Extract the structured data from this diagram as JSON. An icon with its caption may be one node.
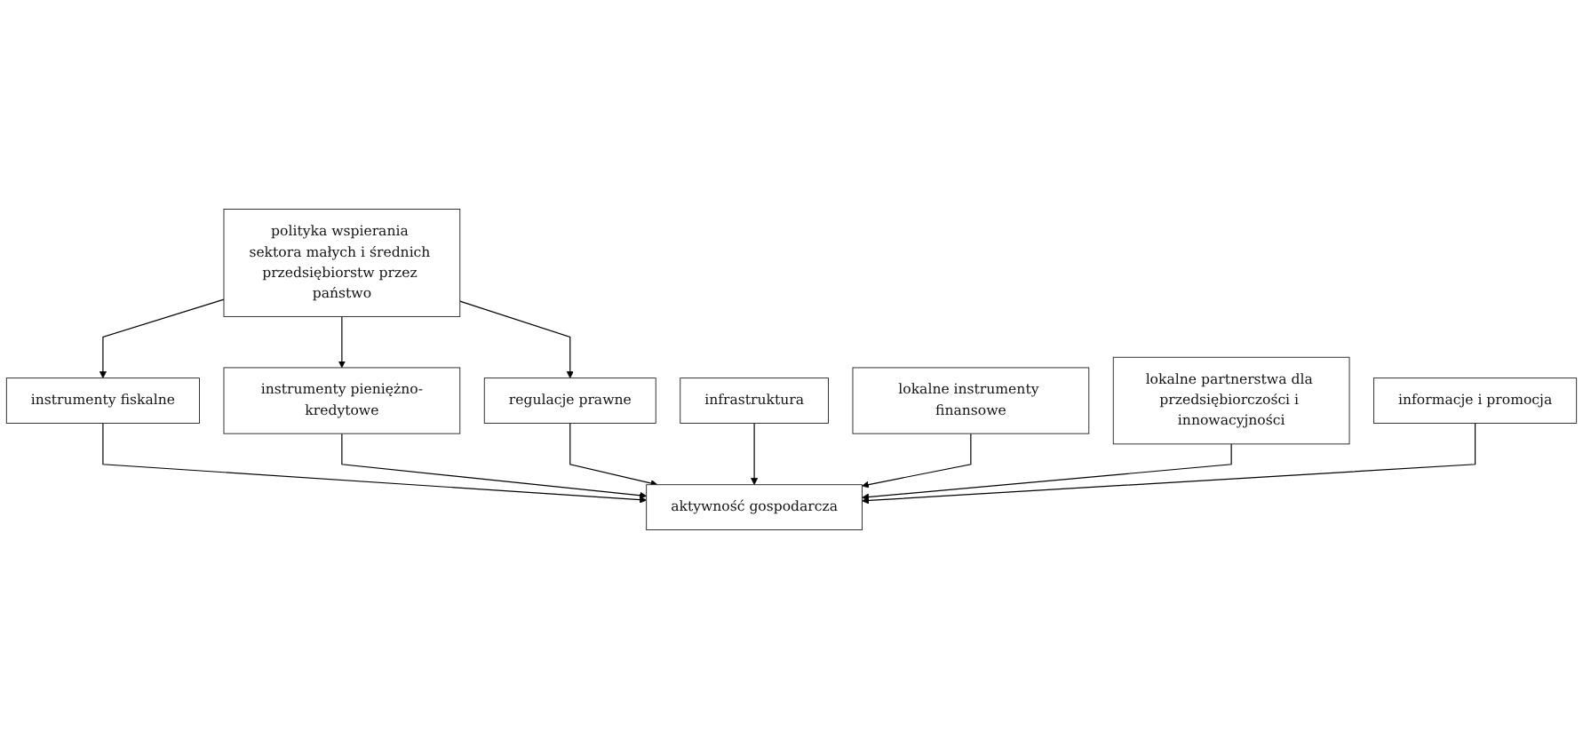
{
  "diagram": {
    "nodes": [
      {
        "text": [
          "polityka wspierania sektora małych i średnich przedsiębiorstw przez państwo"
        ]
      },
      {
        "text": [
          "instrumenty fiskalne"
        ]
      },
      {
        "text": [
          "instrumenty pieniężno-kredytowe"
        ]
      },
      {
        "text": [
          "regulacje prawne"
        ]
      },
      {
        "text": [
          "aktywność gospodarcza"
        ]
      },
      {
        "text": [
          "infrastruktura"
        ]
      },
      {
        "text": [
          "lokalne instrumenty finansowe"
        ]
      },
      {
        "text": [
          "lokalne partnerstwa dla przedsiębiorczości i innowacyjności"
        ]
      },
      {
        "text": [
          "informacje i promocja"
        ]
      }
    ],
    "edges": [
      {
        "from": 0,
        "to": 1,
        "arrow": "to"
      },
      {
        "from": 0,
        "to": 2,
        "arrow": "to"
      },
      {
        "from": 0,
        "to": 3,
        "arrow": "to"
      },
      {
        "from": 1,
        "to": 4,
        "arrow": "to"
      },
      {
        "from": 2,
        "to": 4,
        "arrow": "to"
      },
      {
        "from": 3,
        "to": 4,
        "arrow": "to"
      },
      {
        "from": 5,
        "to": 4,
        "arrow": "to"
      },
      {
        "from": 6,
        "to": 4,
        "arrow": "to"
      },
      {
        "from": 7,
        "to": 4,
        "arrow": "to"
      },
      {
        "from": 8,
        "to": 4,
        "arrow": "to"
      }
    ]
  }
}
